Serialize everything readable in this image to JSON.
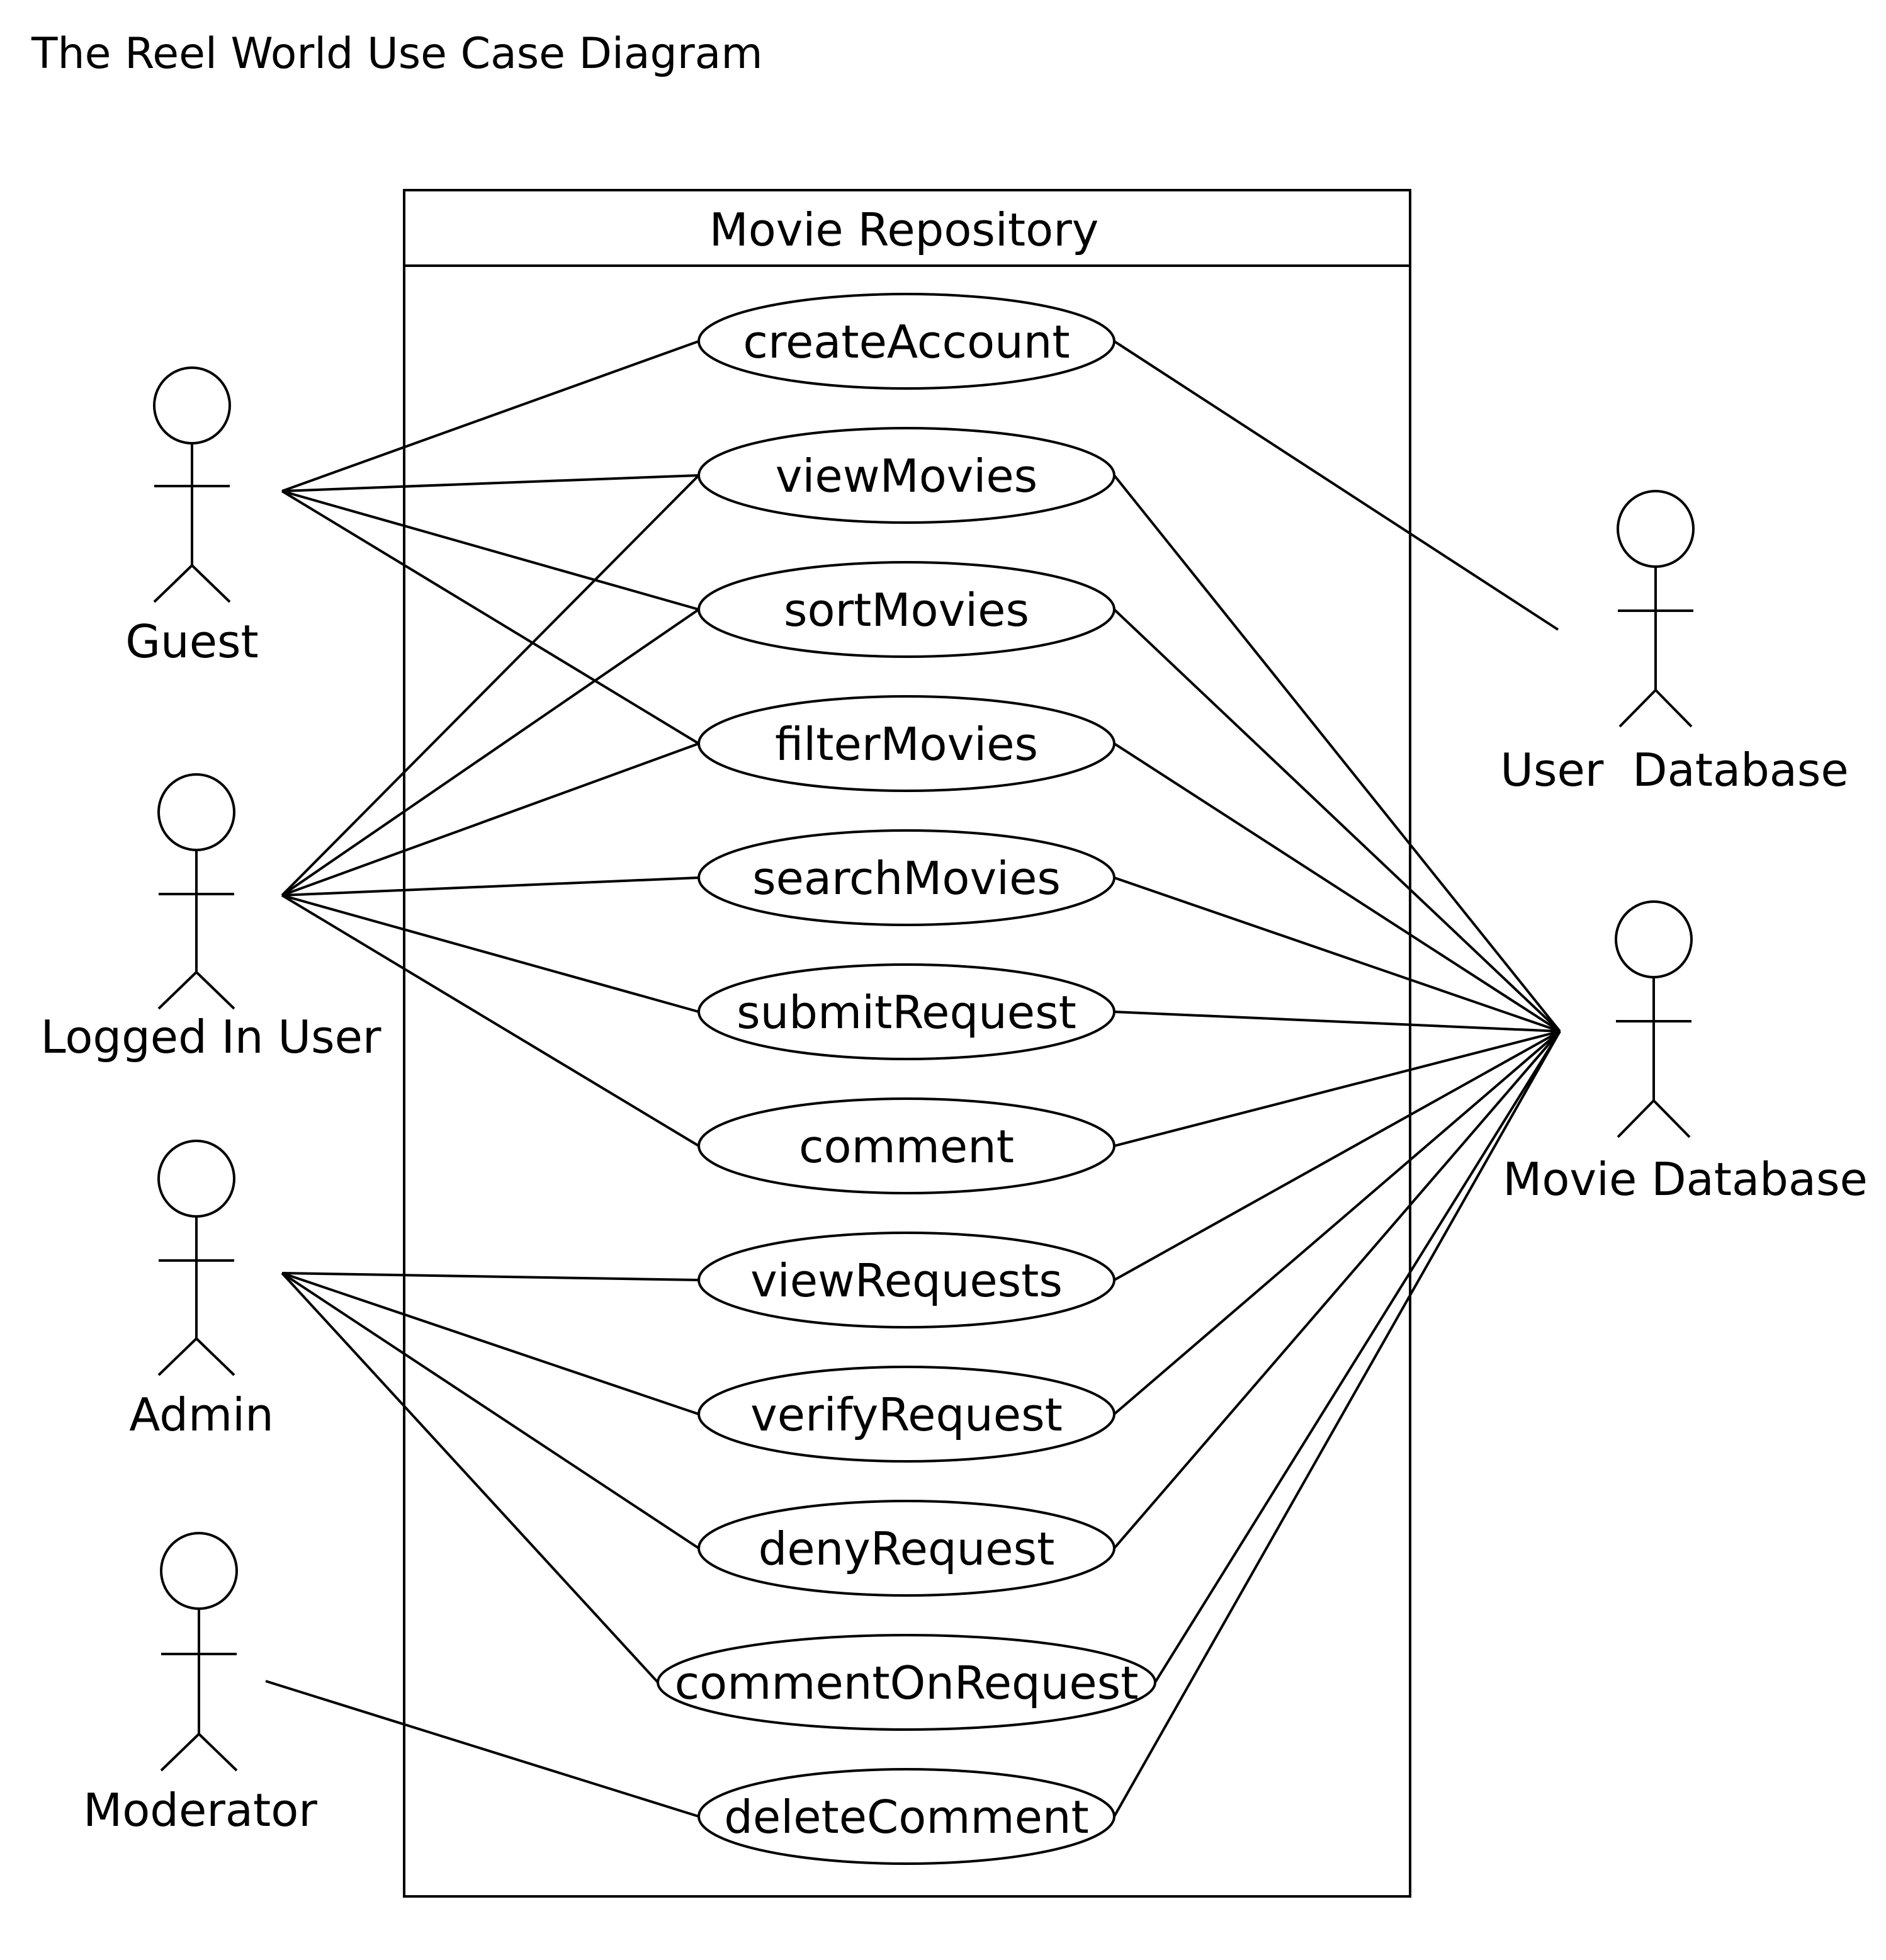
{
  "title": "The Reel World Use Case Diagram",
  "system": {
    "name": "Movie Repository"
  },
  "actors": [
    {
      "id": "guest",
      "label": "Guest"
    },
    {
      "id": "logged_in_user",
      "label": "Logged In User"
    },
    {
      "id": "admin",
      "label": "Admin"
    },
    {
      "id": "moderator",
      "label": "Moderator"
    },
    {
      "id": "user_db",
      "label": "User  Database"
    },
    {
      "id": "movie_db",
      "label": "Movie Database"
    }
  ],
  "use_cases": [
    {
      "id": "createAccount",
      "label": "createAccount"
    },
    {
      "id": "viewMovies",
      "label": "viewMovies"
    },
    {
      "id": "sortMovies",
      "label": "sortMovies"
    },
    {
      "id": "filterMovies",
      "label": "filterMovies"
    },
    {
      "id": "searchMovies",
      "label": "searchMovies"
    },
    {
      "id": "submitRequest",
      "label": "submitRequest"
    },
    {
      "id": "comment",
      "label": "comment"
    },
    {
      "id": "viewRequests",
      "label": "viewRequests"
    },
    {
      "id": "verifyRequest",
      "label": "verifyRequest"
    },
    {
      "id": "denyRequest",
      "label": "denyRequest"
    },
    {
      "id": "commentOnRequest",
      "label": "commentOnRequest"
    },
    {
      "id": "deleteComment",
      "label": "deleteComment"
    }
  ],
  "associations": [
    [
      "guest",
      "createAccount"
    ],
    [
      "guest",
      "viewMovies"
    ],
    [
      "guest",
      "sortMovies"
    ],
    [
      "guest",
      "filterMovies"
    ],
    [
      "logged_in_user",
      "viewMovies"
    ],
    [
      "logged_in_user",
      "sortMovies"
    ],
    [
      "logged_in_user",
      "filterMovies"
    ],
    [
      "logged_in_user",
      "searchMovies"
    ],
    [
      "logged_in_user",
      "submitRequest"
    ],
    [
      "logged_in_user",
      "comment"
    ],
    [
      "admin",
      "viewRequests"
    ],
    [
      "admin",
      "verifyRequest"
    ],
    [
      "admin",
      "denyRequest"
    ],
    [
      "admin",
      "commentOnRequest"
    ],
    [
      "moderator",
      "deleteComment"
    ],
    [
      "createAccount",
      "user_db"
    ],
    [
      "viewMovies",
      "movie_db"
    ],
    [
      "sortMovies",
      "movie_db"
    ],
    [
      "filterMovies",
      "movie_db"
    ],
    [
      "searchMovies",
      "movie_db"
    ],
    [
      "submitRequest",
      "movie_db"
    ],
    [
      "comment",
      "movie_db"
    ],
    [
      "viewRequests",
      "movie_db"
    ],
    [
      "verifyRequest",
      "movie_db"
    ],
    [
      "denyRequest",
      "movie_db"
    ],
    [
      "commentOnRequest",
      "movie_db"
    ],
    [
      "deleteComment",
      "movie_db"
    ]
  ]
}
